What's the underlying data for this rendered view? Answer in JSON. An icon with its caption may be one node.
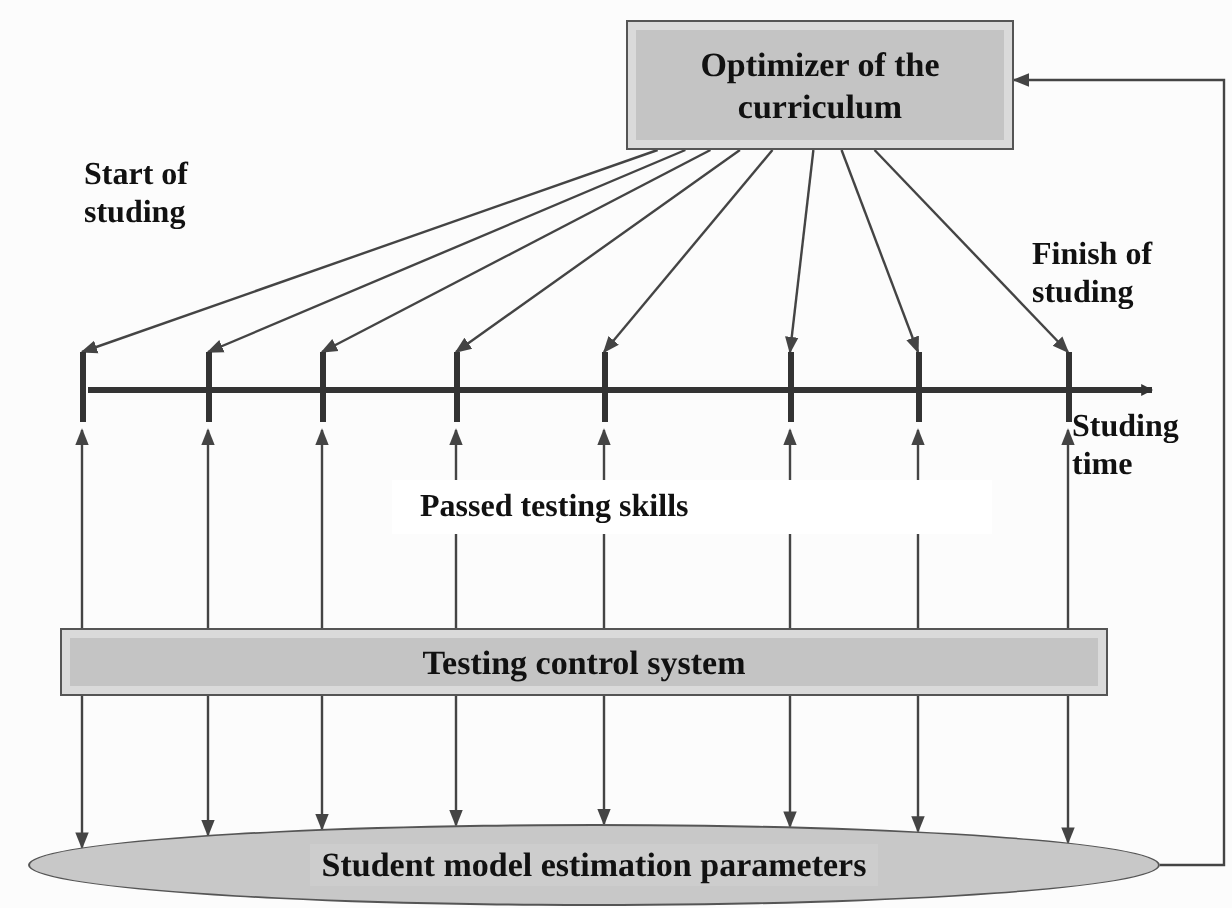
{
  "diagram": {
    "nodes": [
      {
        "text": [
          "Optimizer of the curriculum"
        ]
      },
      {
        "text": [
          "Testing control system"
        ]
      },
      {
        "text": [
          "Student model estimation parameters"
        ]
      },
      {
        "text": [],
        "shape": "bar"
      },
      {
        "text": [],
        "shape": "bar"
      },
      {
        "text": [],
        "shape": "bar"
      },
      {
        "text": [],
        "shape": "bar"
      },
      {
        "text": [],
        "shape": "bar"
      },
      {
        "text": [],
        "shape": "bar"
      },
      {
        "text": [],
        "shape": "bar"
      },
      {
        "text": [],
        "shape": "bar"
      }
    ],
    "edges": [
      {
        "from": 0,
        "to": 3,
        "arrow": "to"
      },
      {
        "from": 0,
        "to": 4,
        "arrow": "to"
      },
      {
        "from": 0,
        "to": 5,
        "arrow": "to"
      },
      {
        "from": 0,
        "to": 6,
        "arrow": "to"
      },
      {
        "from": 0,
        "to": 7,
        "arrow": "to"
      },
      {
        "from": 0,
        "to": 8,
        "arrow": "to"
      },
      {
        "from": 0,
        "to": 9,
        "arrow": "to"
      },
      {
        "from": 0,
        "to": 10,
        "arrow": "to"
      },
      {
        "from": 1,
        "to": 3,
        "arrow": "to"
      },
      {
        "from": 1,
        "to": 4,
        "arrow": "to"
      },
      {
        "from": 1,
        "to": 5,
        "arrow": "to"
      },
      {
        "from": 1,
        "to": 6,
        "arrow": "to"
      },
      {
        "from": 1,
        "to": 7,
        "arrow": "to"
      },
      {
        "from": 1,
        "to": 8,
        "arrow": "to"
      },
      {
        "from": 1,
        "to": 9,
        "arrow": "to"
      },
      {
        "from": 1,
        "to": 10,
        "arrow": "to"
      },
      {
        "from": 1,
        "to": 2,
        "arrow": "to"
      },
      {
        "from": 1,
        "to": 2,
        "arrow": "to"
      },
      {
        "from": 1,
        "to": 2,
        "arrow": "to"
      },
      {
        "from": 1,
        "to": 2,
        "arrow": "to"
      },
      {
        "from": 1,
        "to": 2,
        "arrow": "to"
      },
      {
        "from": 1,
        "to": 2,
        "arrow": "to"
      },
      {
        "from": 1,
        "to": 2,
        "arrow": "to"
      },
      {
        "from": 1,
        "to": 2,
        "arrow": "to"
      },
      {
        "from": 2,
        "to": 0,
        "arrow": "to"
      }
    ],
    "labels": [
      "Start of studing",
      "Finish of studing",
      "Studing time",
      "Passed testing skills"
    ]
  }
}
